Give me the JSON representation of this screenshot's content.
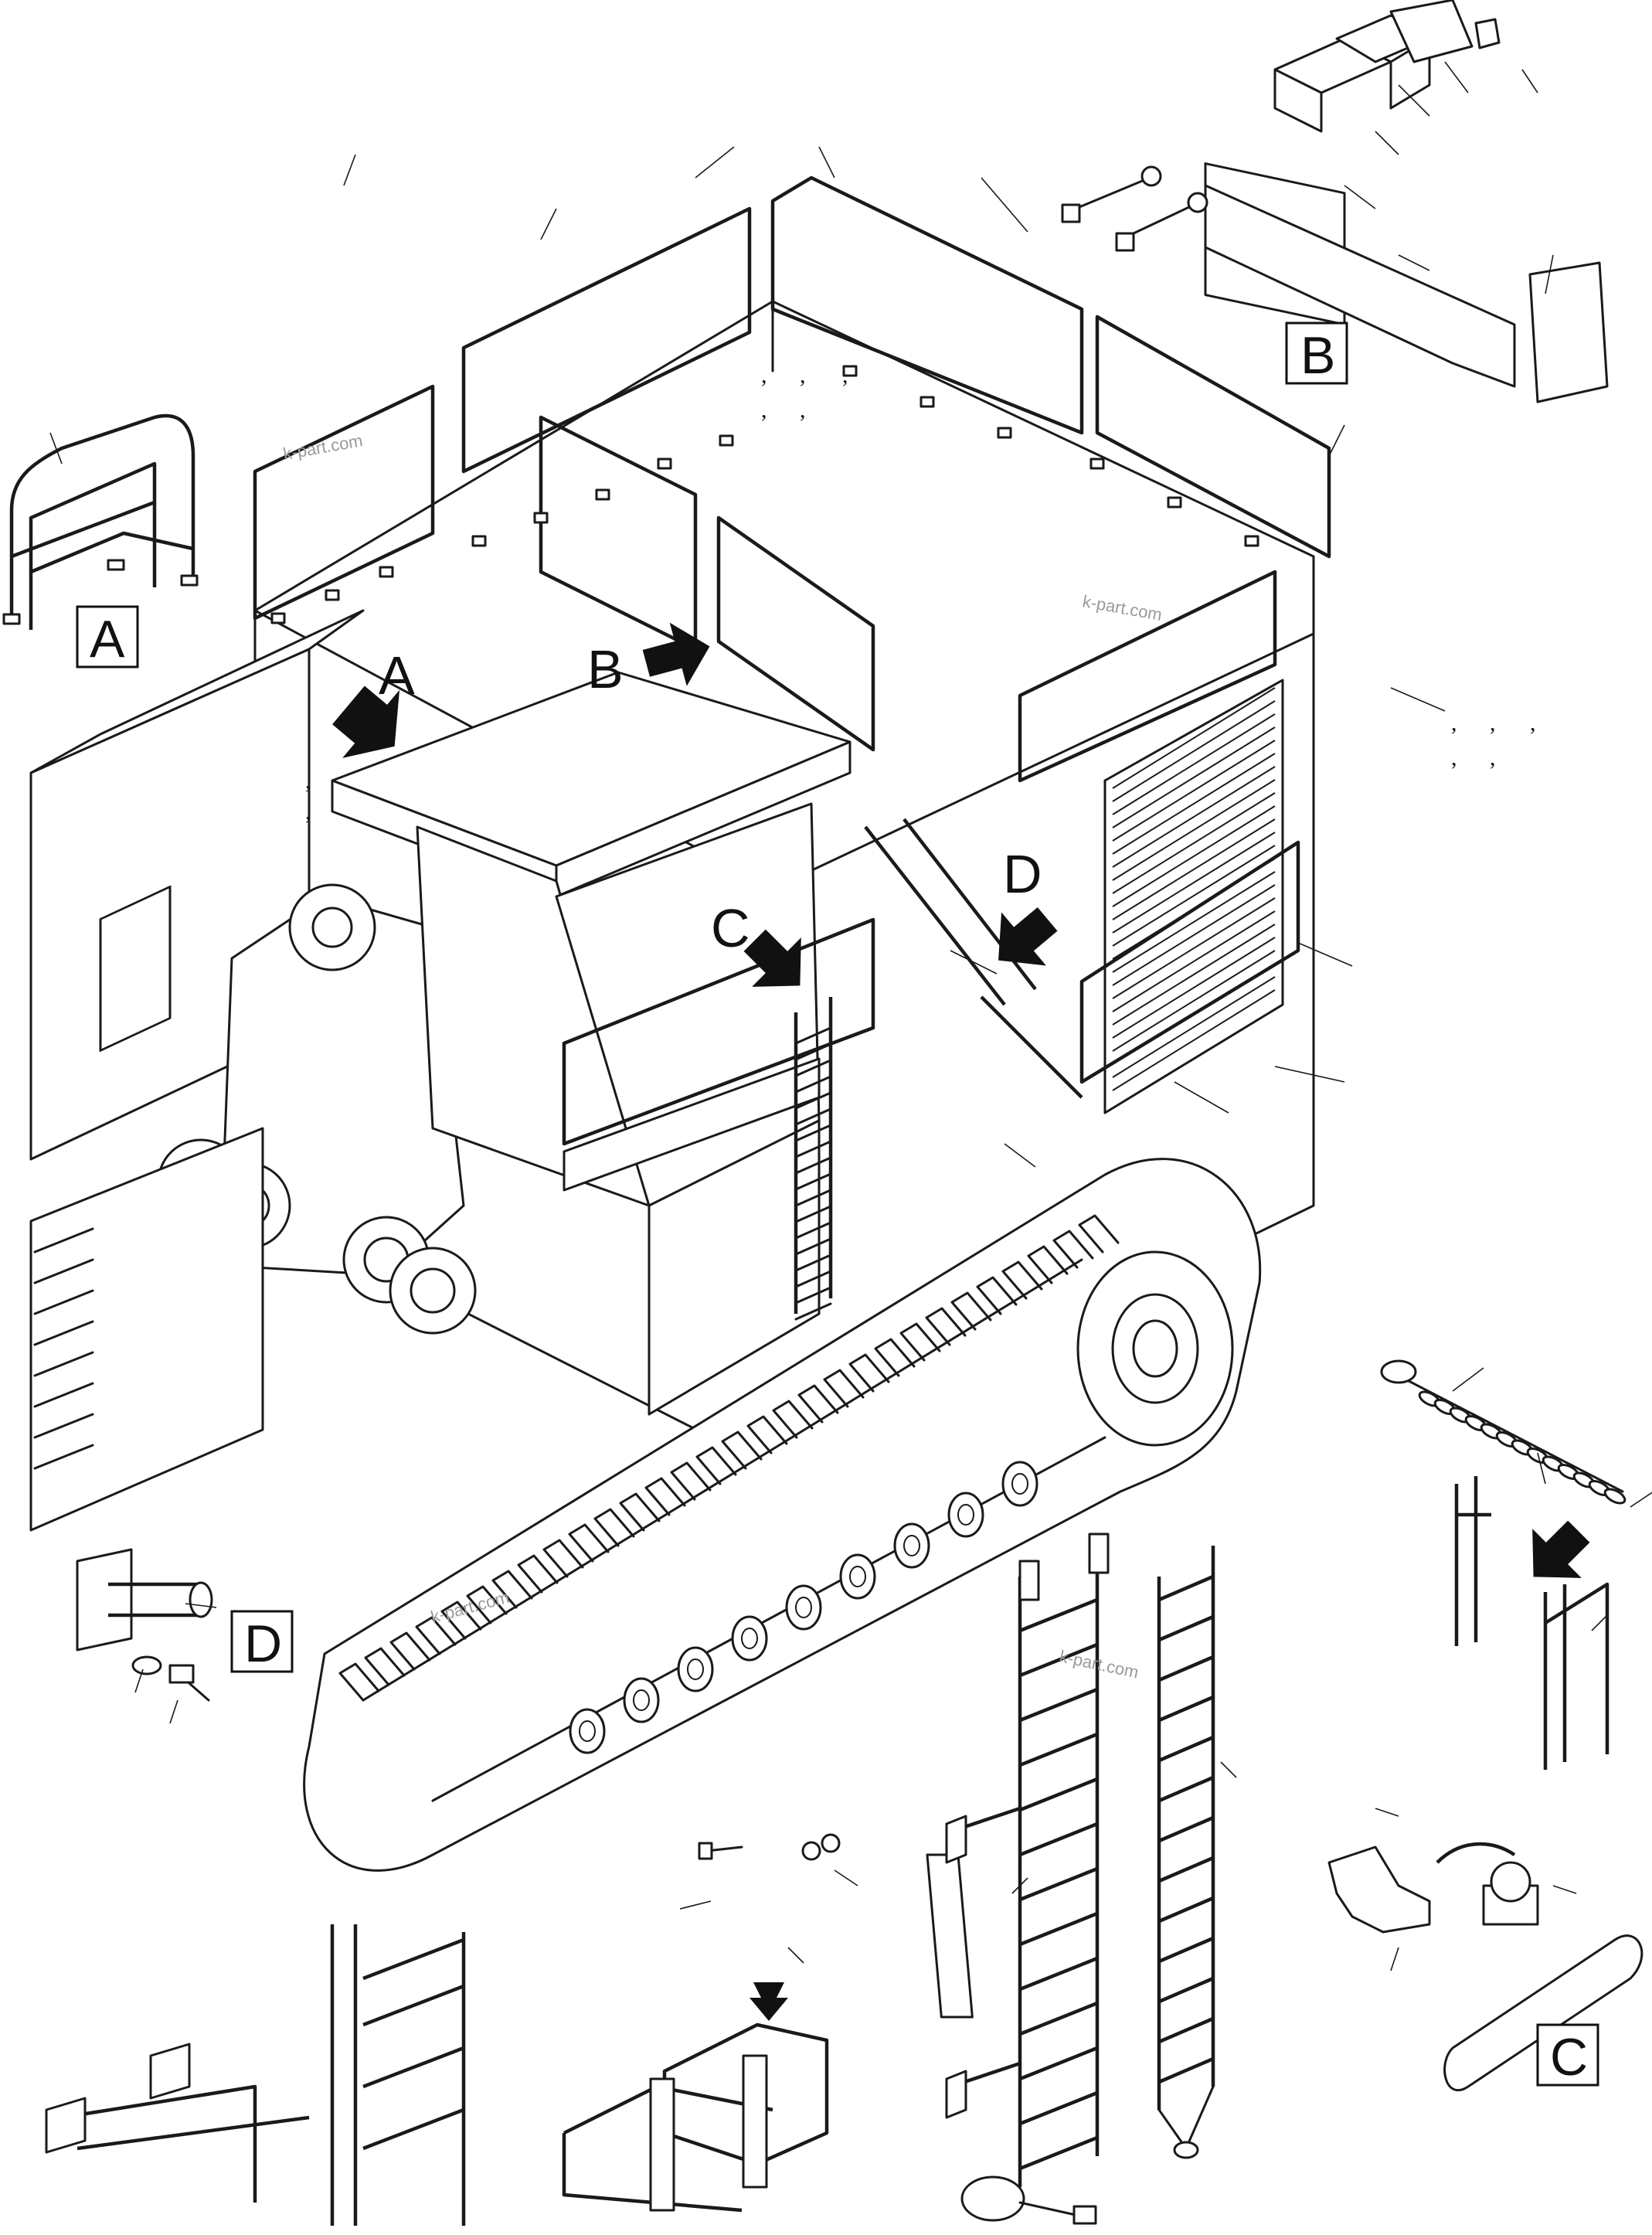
{
  "views": [
    {
      "id": "A",
      "label": "A"
    },
    {
      "id": "B",
      "label": "B"
    },
    {
      "id": "C",
      "label": "C"
    },
    {
      "id": "D",
      "label": "D"
    }
  ],
  "callouts": [
    {
      "id": "A",
      "label": "A"
    },
    {
      "id": "B",
      "label": "B"
    },
    {
      "id": "C",
      "label": "C"
    },
    {
      "id": "D",
      "label": "D"
    }
  ],
  "watermark": "k-part.com",
  "colors": {
    "line": "#1a1a1a",
    "background": "#ffffff",
    "watermark": "#9a9a9a"
  }
}
